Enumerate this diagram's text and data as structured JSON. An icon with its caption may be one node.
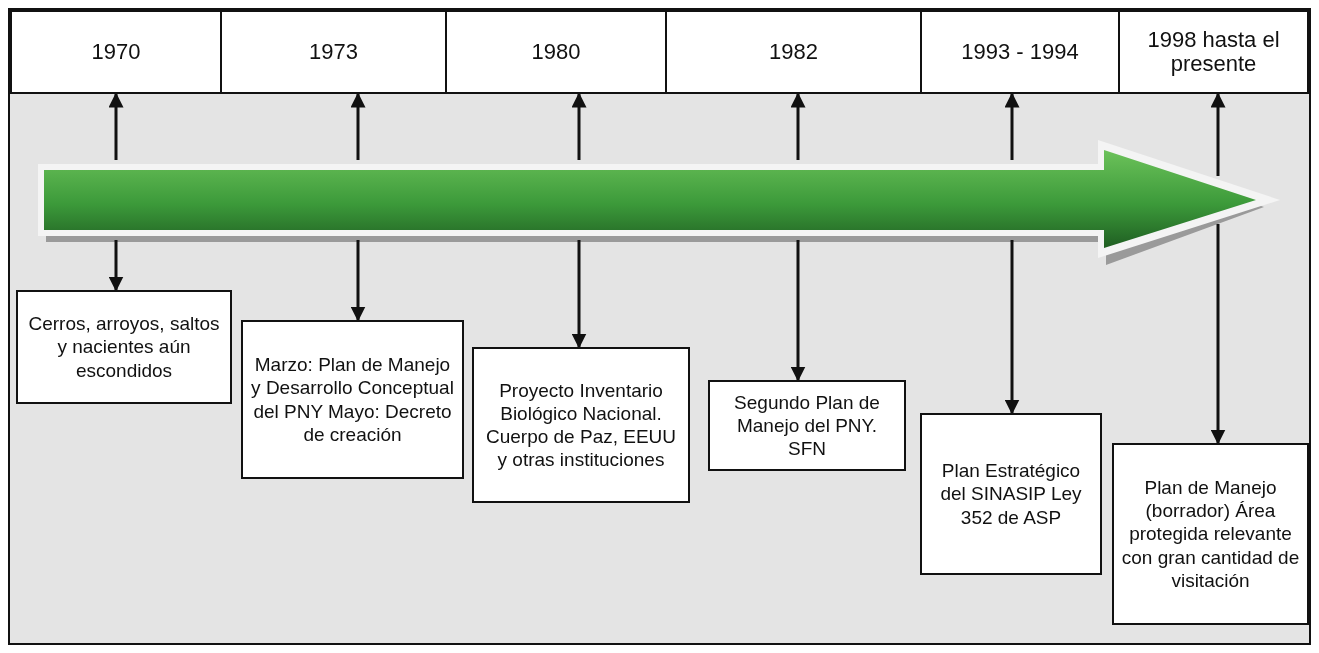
{
  "diagram": {
    "nodes": [
      {
        "text": [
          "1970"
        ]
      },
      {
        "text": [
          "1973"
        ]
      },
      {
        "text": [
          "1980"
        ]
      },
      {
        "text": [
          "1982"
        ]
      },
      {
        "text": [
          "1993 - 1994"
        ]
      },
      {
        "text": [
          "1998 hasta el presente"
        ]
      },
      {
        "text": [],
        "shape": "arrow"
      },
      {
        "text": [
          "Cerros, arroyos, saltos y nacientes aún escondidos"
        ]
      },
      {
        "text": [
          "Marzo: Plan de Manejo y Desarrollo Conceptual del PNY Mayo: Decreto de creación"
        ]
      },
      {
        "text": [
          "Proyecto Inventario Biológico Nacional. Cuerpo de Paz, EEUU y otras instituciones"
        ]
      },
      {
        "text": [
          "Segundo Plan de Manejo del PNY. SFN"
        ]
      },
      {
        "text": [
          "Plan Estratégico del SINASIP Ley 352 de ASP"
        ]
      },
      {
        "text": [
          "Plan de Manejo (borrador) Área protegida relevante con gran cantidad de visitación"
        ]
      }
    ],
    "edges": [
      {
        "from": 6,
        "to": 0,
        "arrow": "to"
      },
      {
        "from": 6,
        "to": 7,
        "arrow": "to"
      },
      {
        "from": 6,
        "to": 1,
        "arrow": "to"
      },
      {
        "from": 6,
        "to": 8,
        "arrow": "to"
      },
      {
        "from": 6,
        "to": 2,
        "arrow": "to"
      },
      {
        "from": 6,
        "to": 9,
        "arrow": "to"
      },
      {
        "from": 6,
        "to": 3,
        "arrow": "to"
      },
      {
        "from": 6,
        "to": 10,
        "arrow": "to"
      },
      {
        "from": 6,
        "to": 4,
        "arrow": "to"
      },
      {
        "from": 6,
        "to": 11,
        "arrow": "to"
      },
      {
        "from": 6,
        "to": 5,
        "arrow": "to"
      },
      {
        "from": 6,
        "to": 12,
        "arrow": "to"
      }
    ]
  }
}
